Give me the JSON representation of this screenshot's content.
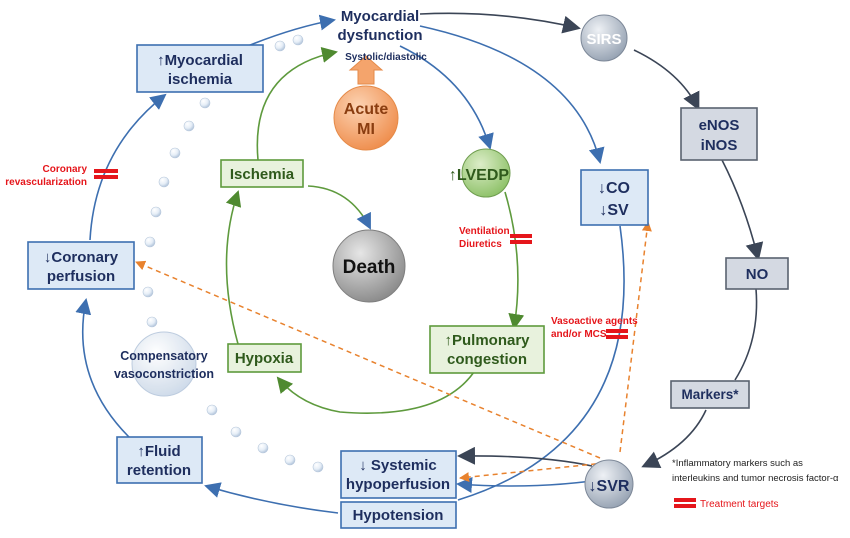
{
  "nodes": {
    "myocardial_dysfunction": [
      "Myocardial",
      "dysfunction"
    ],
    "systolic_diastolic": "Systolic/diastolic",
    "acute_mi": [
      "Acute",
      "MI"
    ],
    "death": "Death",
    "sirs": "SIRS",
    "enos_inos": [
      "eNOS",
      "iNOS"
    ],
    "no": "NO",
    "markers": "Markers*",
    "svr": "↓SVR",
    "lvedp": "↑LVEDP",
    "co_sv": [
      "↓CO",
      "↓SV"
    ],
    "myocardial_ischemia": [
      "↑Myocardial",
      "ischemia"
    ],
    "ischemia": "Ischemia",
    "coronary_perfusion": [
      "↓Coronary",
      "perfusion"
    ],
    "hypoxia": "Hypoxia",
    "pulmonary_congestion": [
      "↑Pulmonary",
      "congestion"
    ],
    "compensatory": [
      "Compensatory",
      "vasoconstriction"
    ],
    "fluid_retention": [
      "↑Fluid",
      "retention"
    ],
    "systemic_hypoperfusion": [
      "↓ Systemic",
      "hypoperfusion"
    ],
    "hypotension": "Hypotension"
  },
  "treatments": {
    "coronary_revascularization": [
      "Coronary",
      "revascularization"
    ],
    "ventilation_diuretics": [
      "Ventilation",
      "Diuretics"
    ],
    "vasoactive": [
      "Vasoactive agents",
      "and/or MCS"
    ]
  },
  "legend": {
    "footnote": [
      "*Inflammatory markers such as",
      "interleukins and tumor necrosis factor-α"
    ],
    "treatment_targets": "Treatment targets"
  },
  "colors": {
    "blue_line": "#3d6fb0",
    "green_line": "#5e9a3d",
    "grey_line": "#3b4556",
    "orange_dashed": "#e8822e",
    "treatment_red": "#e5161b",
    "acute_mi": "#f4a46c",
    "lvedp": "#a9d08e",
    "death": "#a7a7a7",
    "sirs_svr": "#b5bfcc"
  }
}
